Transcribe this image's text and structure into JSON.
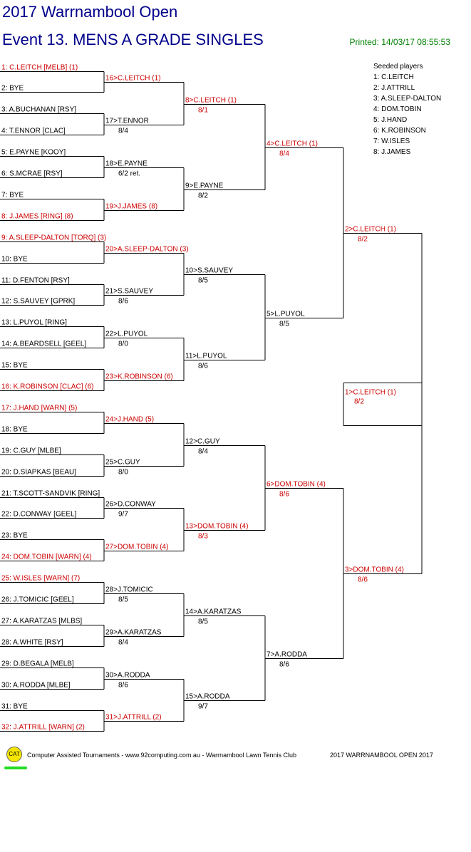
{
  "header": {
    "tournament_title": "2017 Warrnambool Open",
    "event_title": "Event 13. MENS A GRADE SINGLES",
    "printed": "Printed: 14/03/17 08:55:53"
  },
  "colors": {
    "seed": "#cc0000",
    "normal": "#000000",
    "title": "#00008b",
    "printed": "#008000",
    "line": "#000000"
  },
  "round1": [
    {
      "label": "1: C.LEITCH [MELB] (1)",
      "seed": true
    },
    {
      "label": "2: BYE",
      "seed": false
    },
    {
      "label": "3: A.BUCHANAN [RSY]",
      "seed": false
    },
    {
      "label": "4: T.ENNOR [CLAC]",
      "seed": false
    },
    {
      "label": "5: E.PAYNE [KOOY]",
      "seed": false
    },
    {
      "label": "6: S.MCRAE [RSY]",
      "seed": false
    },
    {
      "label": "7: BYE",
      "seed": false
    },
    {
      "label": "8: J.JAMES [RING] (8)",
      "seed": true
    },
    {
      "label": "9: A.SLEEP-DALTON [TORQ] (3)",
      "seed": true
    },
    {
      "label": "10: BYE",
      "seed": false
    },
    {
      "label": "11: D.FENTON [RSY]",
      "seed": false
    },
    {
      "label": "12: S.SAUVEY [GPRK]",
      "seed": false
    },
    {
      "label": "13: L.PUYOL [RING]",
      "seed": false
    },
    {
      "label": "14: A.BEARDSELL [GEEL]",
      "seed": false
    },
    {
      "label": "15: BYE",
      "seed": false
    },
    {
      "label": "16: K.ROBINSON [CLAC] (6)",
      "seed": true
    },
    {
      "label": "17: J.HAND [WARN] (5)",
      "seed": true
    },
    {
      "label": "18: BYE",
      "seed": false
    },
    {
      "label": "19: C.GUY [MLBE]",
      "seed": false
    },
    {
      "label": "20: D.SIAPKAS [BEAU]",
      "seed": false
    },
    {
      "label": "21: T.SCOTT-SANDVIK [RING]",
      "seed": false
    },
    {
      "label": "22: D.CONWAY [GEEL]",
      "seed": false
    },
    {
      "label": "23: BYE",
      "seed": false
    },
    {
      "label": "24: DOM.TOBIN [WARN] (4)",
      "seed": true
    },
    {
      "label": "25: W.ISLES [WARN] (7)",
      "seed": true
    },
    {
      "label": "26: J.TOMICIC [GEEL]",
      "seed": false
    },
    {
      "label": "27: A.KARATZAS [MLBS]",
      "seed": false
    },
    {
      "label": "28: A.WHITE [RSY]",
      "seed": false
    },
    {
      "label": "29: D.BEGALA [MELB]",
      "seed": false
    },
    {
      "label": "30: A.RODDA [MLBE]",
      "seed": false
    },
    {
      "label": "31: BYE",
      "seed": false
    },
    {
      "label": "32: J.ATTRILL [WARN] (2)",
      "seed": true
    }
  ],
  "round2": [
    {
      "label": "16>C.LEITCH (1)",
      "score": "",
      "seed": true
    },
    {
      "label": "17>T.ENNOR",
      "score": "8/4",
      "seed": false
    },
    {
      "label": "18>E.PAYNE",
      "score": "6/2 ret.",
      "seed": false
    },
    {
      "label": "19>J.JAMES (8)",
      "score": "",
      "seed": true
    },
    {
      "label": "20>A.SLEEP-DALTON (3)",
      "score": "",
      "seed": true
    },
    {
      "label": "21>S.SAUVEY",
      "score": "8/6",
      "seed": false
    },
    {
      "label": "22>L.PUYOL",
      "score": "8/0",
      "seed": false
    },
    {
      "label": "23>K.ROBINSON (6)",
      "score": "",
      "seed": true
    },
    {
      "label": "24>J.HAND (5)",
      "score": "",
      "seed": true
    },
    {
      "label": "25>C.GUY",
      "score": "8/0",
      "seed": false
    },
    {
      "label": "26>D.CONWAY",
      "score": "9/7",
      "seed": false
    },
    {
      "label": "27>DOM.TOBIN (4)",
      "score": "",
      "seed": true
    },
    {
      "label": "28>J.TOMICIC",
      "score": "8/5",
      "seed": false
    },
    {
      "label": "29>A.KARATZAS",
      "score": "8/4",
      "seed": false
    },
    {
      "label": "30>A.RODDA",
      "score": "8/6",
      "seed": false
    },
    {
      "label": "31>J.ATTRILL (2)",
      "score": "",
      "seed": true
    }
  ],
  "round3": [
    {
      "label": "8>C.LEITCH (1)",
      "score": "8/1",
      "seed": true
    },
    {
      "label": "9>E.PAYNE",
      "score": "8/2",
      "seed": false
    },
    {
      "label": "10>S.SAUVEY",
      "score": "8/5",
      "seed": false
    },
    {
      "label": "11>L.PUYOL",
      "score": "8/6",
      "seed": false
    },
    {
      "label": "12>C.GUY",
      "score": "8/4",
      "seed": false
    },
    {
      "label": "13>DOM.TOBIN (4)",
      "score": "8/3",
      "seed": true
    },
    {
      "label": "14>A.KARATZAS",
      "score": "8/5",
      "seed": false
    },
    {
      "label": "15>A.RODDA",
      "score": "9/7",
      "seed": false
    }
  ],
  "round4": [
    {
      "label": "4>C.LEITCH (1)",
      "score": "8/4",
      "seed": true
    },
    {
      "label": "5>L.PUYOL",
      "score": "8/5",
      "seed": false
    },
    {
      "label": "6>DOM.TOBIN (4)",
      "score": "8/6",
      "seed": true
    },
    {
      "label": "7>A.RODDA",
      "score": "8/6",
      "seed": false
    }
  ],
  "round5": [
    {
      "label": "2>C.LEITCH (1)",
      "score": "8/2",
      "seed": true
    },
    {
      "label": "3>DOM.TOBIN (4)",
      "score": "8/6",
      "seed": true
    }
  ],
  "final": {
    "label": "1>C.LEITCH (1)",
    "score": "8/2",
    "seed": true
  },
  "seeded_players": {
    "title": "Seeded players",
    "list": [
      "1: C.LEITCH",
      "2: J.ATTRILL",
      "3: A.SLEEP-DALTON",
      "4: DOM.TOBIN",
      "5: J.HAND",
      "6: K.ROBINSON",
      "7: W.ISLES",
      "8: J.JAMES"
    ]
  },
  "footer": {
    "logo_text": "CAT",
    "credit": "Computer Assisted Tournaments - www.92computing.com.au -  Warrnambool Lawn Tennis Club",
    "event": "2017 WARRNAMBOOL OPEN 2017"
  }
}
